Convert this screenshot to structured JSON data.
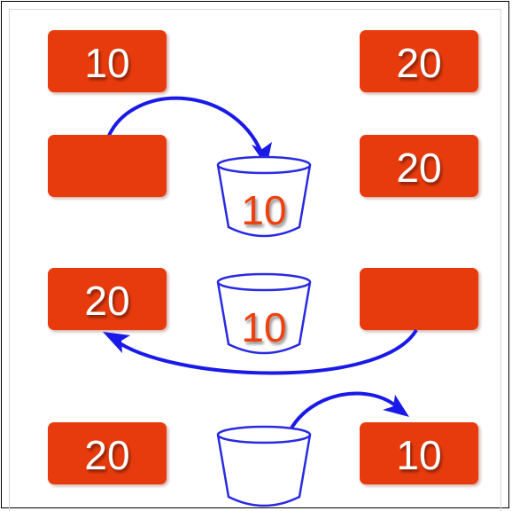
{
  "colors": {
    "box_fill": "#e83a0a",
    "arrow": "#1a1ae8",
    "cup_stroke": "#2a2ae0",
    "cup_number": "#f04010",
    "box_text": "#ffffff"
  },
  "rows": [
    {
      "left": "10",
      "cup": null,
      "right": "20"
    },
    {
      "left": "",
      "cup": "10",
      "right": "20"
    },
    {
      "left": "20",
      "cup": "10",
      "right": ""
    },
    {
      "left": "20",
      "cup": "",
      "right": "10"
    }
  ]
}
